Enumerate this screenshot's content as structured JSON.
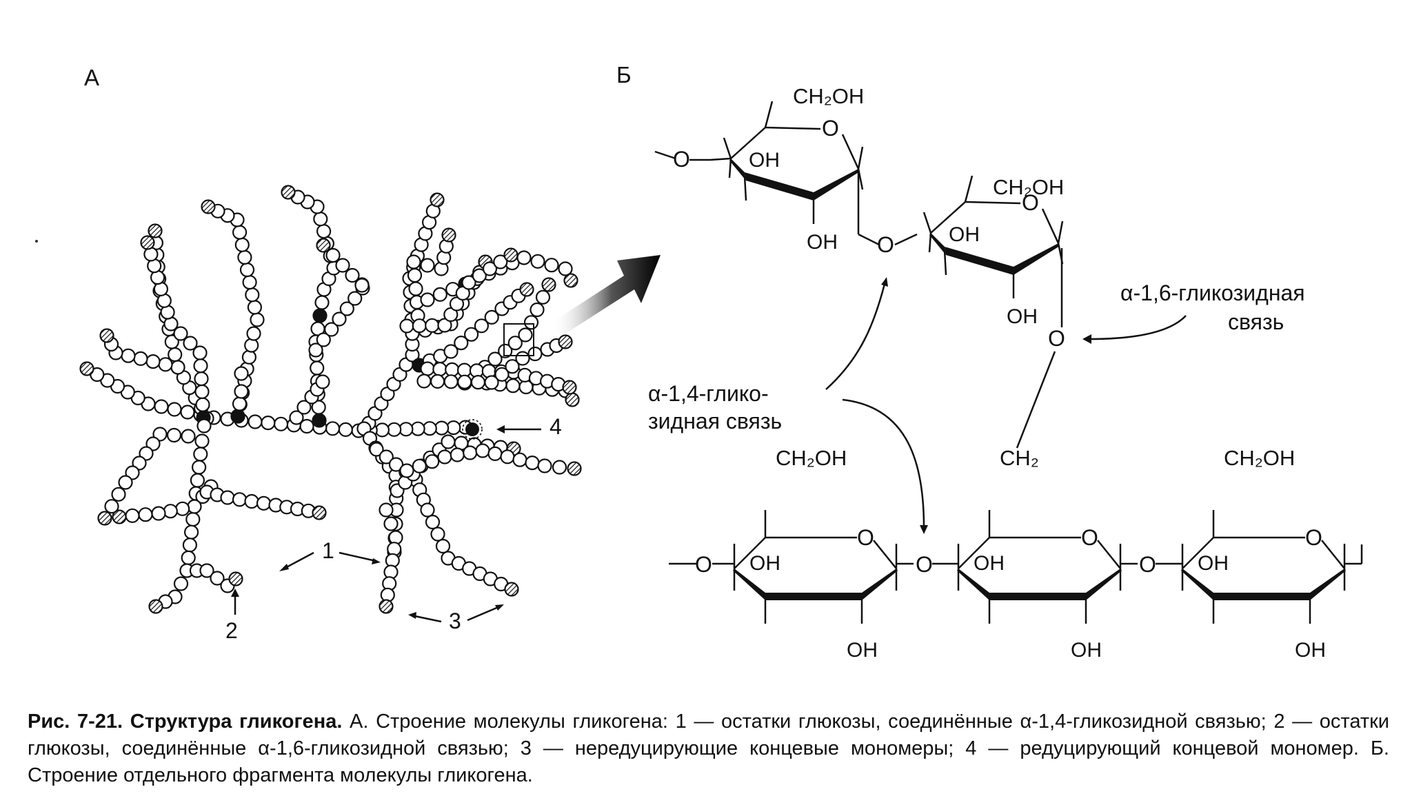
{
  "panel_a": {
    "label": "А",
    "markers": {
      "m1": "1",
      "m2": "2",
      "m3": "3",
      "m4": "4"
    }
  },
  "panel_b": {
    "label": "Б",
    "alpha16_label_line1": "α-1,6-гликозидная",
    "alpha16_label_line2": "связь",
    "alpha14_label_line1": "α-1,4-глико-",
    "alpha14_label_line2": "зидная связь",
    "oh": "OH",
    "ring_o": "O",
    "bridge_o": "O",
    "ch2oh": "CH₂OH",
    "ch2": "CH₂"
  },
  "caption": {
    "bold_title": "Рис. 7-21. Структура гликогена.",
    "body": " А. Строение молекулы гликогена: 1 — остатки глюкозы, соединённые α-1,4-гликозидной связью; 2 — остатки глюкозы, соединённые α-1,6-гликозидной связью; 3 — нередуцирующие концевые мономеры; 4 — редуцирующий концевой мономер. Б. Строение отдельного фрагмента молекулы гликогена."
  }
}
